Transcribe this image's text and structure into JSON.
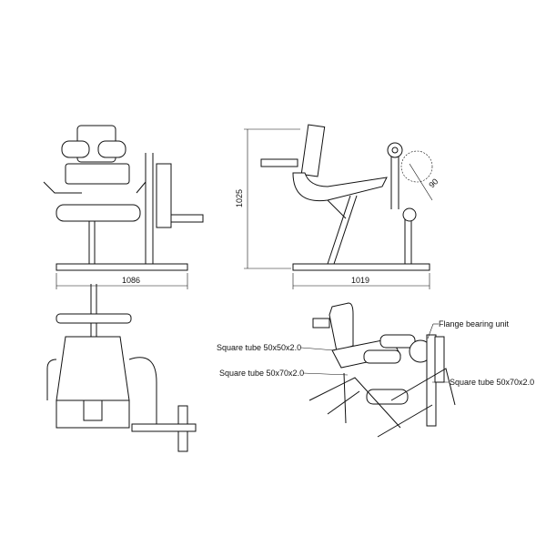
{
  "dimensions": {
    "front_width": "1086",
    "side_height": "1025",
    "side_length": "1019",
    "angle": "90"
  },
  "callouts": {
    "flange": "Flange bearing unit",
    "tube_50x50": "Square tube 50x50x2.0",
    "tube_50x70_left": "Square tube 50x70x2.0",
    "tube_50x70_right": "Square tube 50x70x2.0"
  }
}
